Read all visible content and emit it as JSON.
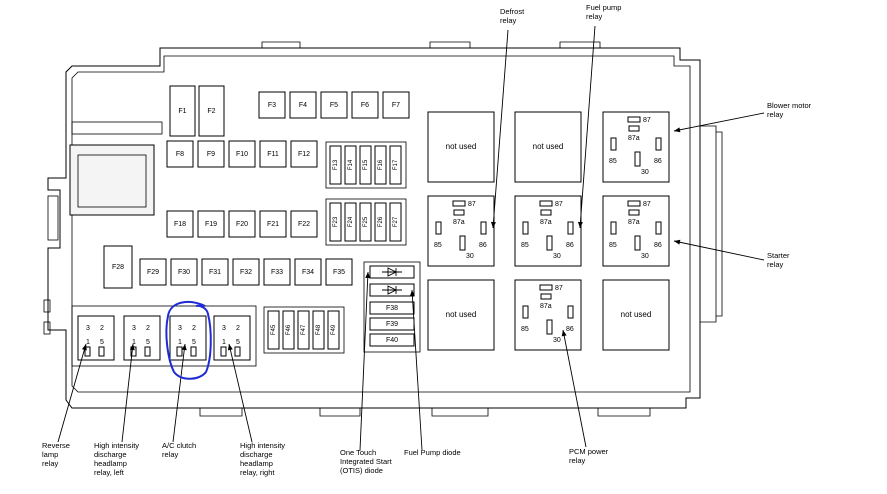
{
  "fuses_top_left": [
    "F1",
    "F2"
  ],
  "fuses_row1": [
    "F3",
    "F4",
    "F5",
    "F6",
    "F7"
  ],
  "fuses_row2": [
    "F8",
    "F9",
    "F10",
    "F11",
    "F12"
  ],
  "fuses_vert1": [
    "F13",
    "F14",
    "F15",
    "F16",
    "F17"
  ],
  "fuses_row3": [
    "F18",
    "F19",
    "F20",
    "F21",
    "F22"
  ],
  "fuses_vert2": [
    "F23",
    "F24",
    "F25",
    "F26",
    "F27"
  ],
  "fuse_large": "F28",
  "fuses_row4": [
    "F29",
    "F30",
    "F31",
    "F32",
    "F33",
    "F34",
    "F35"
  ],
  "fuses_stack": [
    "F38",
    "F39",
    "F40"
  ],
  "fuses_vert3": [
    "F45",
    "F46",
    "F47",
    "F48",
    "F49"
  ],
  "not_used_label": "not used",
  "relay_pins": {
    "p87": "87",
    "p87a": "87a",
    "p85": "85",
    "p86": "86",
    "p30": "30"
  },
  "mini_relay_pins": {
    "a": "3",
    "b": "2",
    "c": "1",
    "d": "5"
  },
  "callouts": {
    "defrost": [
      "Defrost",
      "relay"
    ],
    "fuel_pump": [
      "Fuel pump",
      "relay"
    ],
    "blower": [
      "Blower motor",
      "relay"
    ],
    "starter": [
      "Starter",
      "relay"
    ],
    "pcm": [
      "PCM power",
      "relay"
    ],
    "reverse": [
      "Reverse",
      "lamp",
      "relay"
    ],
    "hid_left": [
      "High intensity",
      "discharge",
      "headlamp",
      "relay, left"
    ],
    "ac": [
      "A/C clutch",
      "relay"
    ],
    "hid_right": [
      "High intensity",
      "discharge",
      "headlamp",
      "relay, right"
    ],
    "otis": [
      "One Touch",
      "Integrated Start",
      "(OTIS) diode"
    ],
    "fp_diode": [
      "Fuel Pump diode"
    ]
  }
}
